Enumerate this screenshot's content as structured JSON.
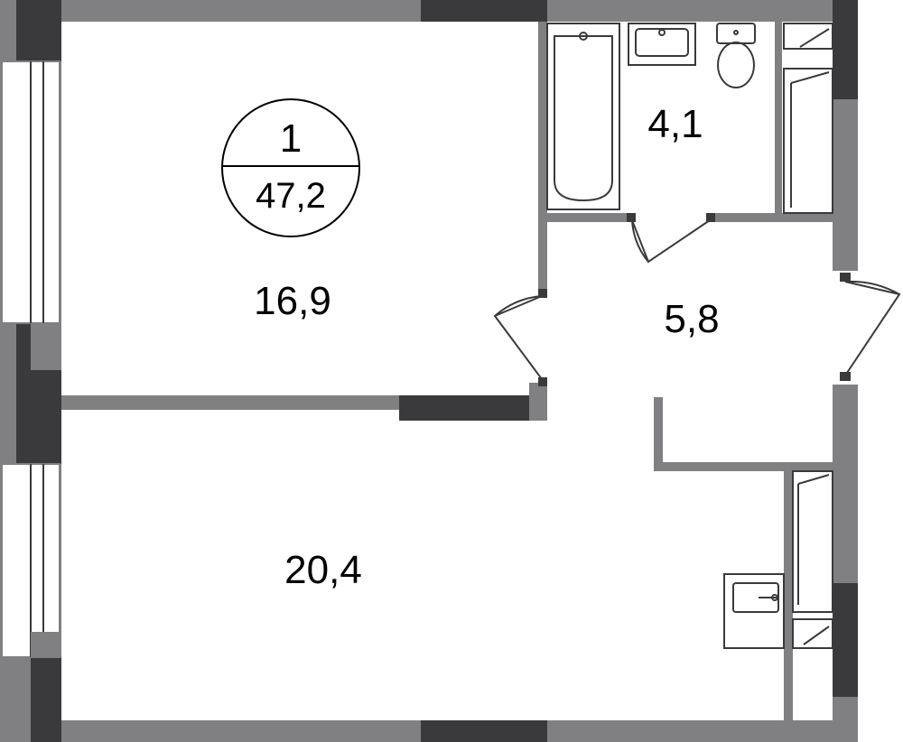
{
  "apartment": {
    "rooms_count": "1",
    "total_area": "47,2"
  },
  "rooms": [
    {
      "id": "bedroom",
      "area": "16,9"
    },
    {
      "id": "living-kitchen",
      "area": "20,4"
    },
    {
      "id": "bathroom",
      "area": "4,1"
    },
    {
      "id": "hallway",
      "area": "5,8"
    }
  ],
  "colors": {
    "wall": "#808083",
    "wall_accent": "#3a3a3c",
    "background": "#ffffff"
  }
}
